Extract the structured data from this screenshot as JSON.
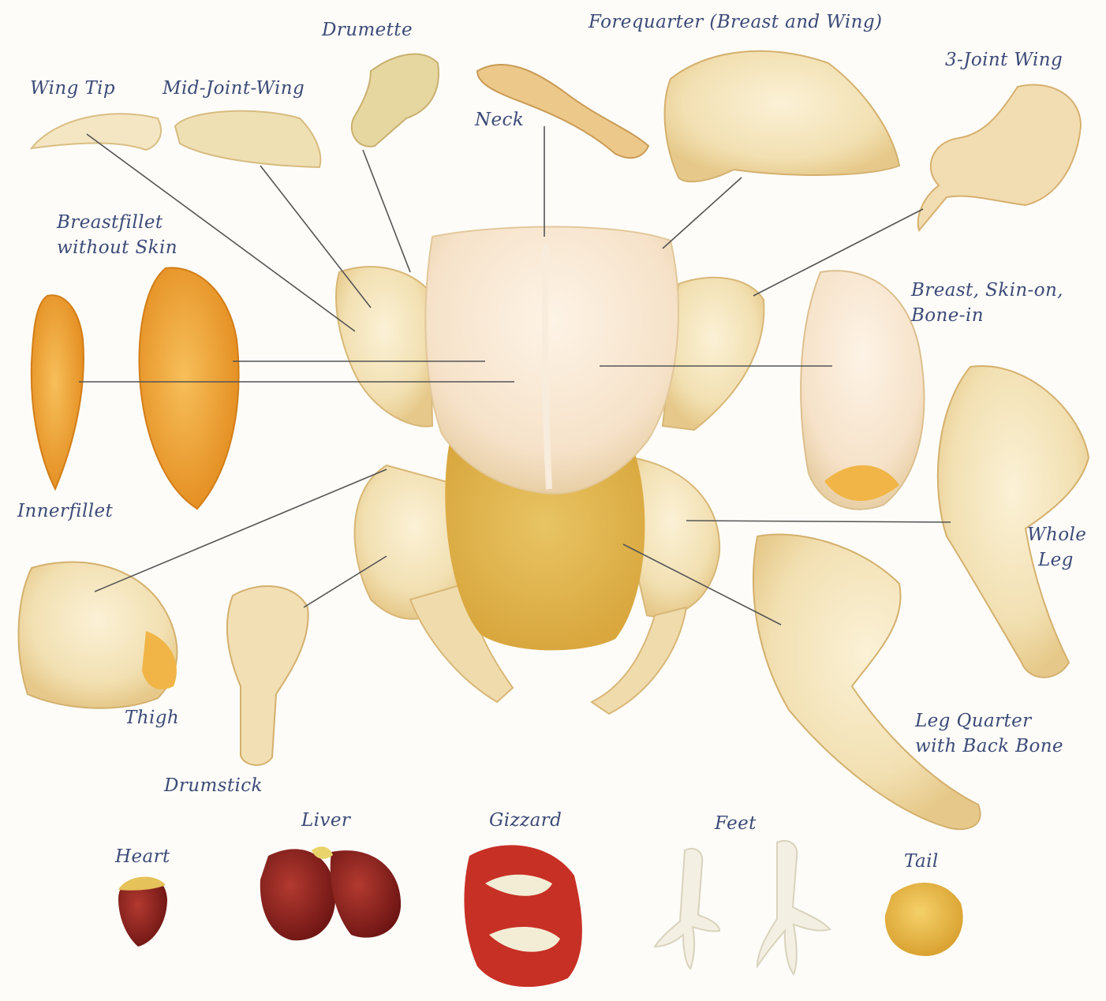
{
  "colors": {
    "label_text": "#3c4a78",
    "leader_line": "#555555",
    "raw_skin": "#f1e1b4",
    "fillet": "#f2a62e",
    "organ": "#8e1f1c"
  },
  "labels": {
    "drumette": "Drumette",
    "forequarter": "Forequarter (Breast and Wing)",
    "three_joint_wing": "3-Joint Wing",
    "wing_tip": "Wing Tip",
    "mid_joint_wing": "Mid-Joint-Wing",
    "neck": "Neck",
    "breastfillet_line1": "Breastfillet",
    "breastfillet_line2": "without Skin",
    "breast_skin_on_line1": "Breast, Skin-on,",
    "breast_skin_on_line2": "Bone-in",
    "innerfillet": "Innerfillet",
    "whole_leg_line1": "Whole",
    "whole_leg_line2": "Leg",
    "thigh": "Thigh",
    "drumstick": "Drumstick",
    "leg_quarter_line1": "Leg Quarter",
    "leg_quarter_line2": "with Back Bone",
    "heart": "Heart",
    "liver": "Liver",
    "gizzard": "Gizzard",
    "feet": "Feet",
    "tail": "Tail"
  }
}
